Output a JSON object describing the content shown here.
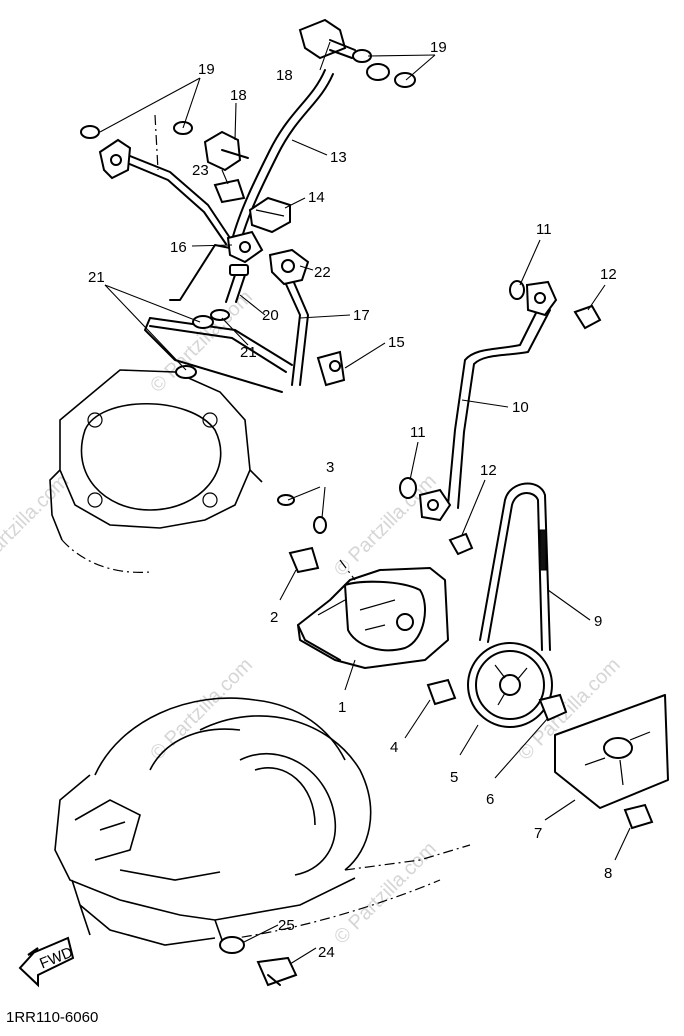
{
  "diagram": {
    "code": "1RR110-6060",
    "fwd_label": "FWD",
    "watermark": "© Partzilla.com",
    "callouts": [
      {
        "id": "c1",
        "text": "1"
      },
      {
        "id": "c2",
        "text": "2"
      },
      {
        "id": "c3",
        "text": "3"
      },
      {
        "id": "c4",
        "text": "4"
      },
      {
        "id": "c5",
        "text": "5"
      },
      {
        "id": "c6",
        "text": "6"
      },
      {
        "id": "c7",
        "text": "7"
      },
      {
        "id": "c8",
        "text": "8"
      },
      {
        "id": "c9",
        "text": "9"
      },
      {
        "id": "c10",
        "text": "10"
      },
      {
        "id": "c11a",
        "text": "11"
      },
      {
        "id": "c11b",
        "text": "11"
      },
      {
        "id": "c12a",
        "text": "12"
      },
      {
        "id": "c12b",
        "text": "12"
      },
      {
        "id": "c13",
        "text": "13"
      },
      {
        "id": "c14",
        "text": "14"
      },
      {
        "id": "c15",
        "text": "15"
      },
      {
        "id": "c16",
        "text": "16"
      },
      {
        "id": "c17",
        "text": "17"
      },
      {
        "id": "c18a",
        "text": "18"
      },
      {
        "id": "c18b",
        "text": "18"
      },
      {
        "id": "c19a",
        "text": "19"
      },
      {
        "id": "c19b",
        "text": "19"
      },
      {
        "id": "c20",
        "text": "20"
      },
      {
        "id": "c21a",
        "text": "21"
      },
      {
        "id": "c21b",
        "text": "21"
      },
      {
        "id": "c22",
        "text": "22"
      },
      {
        "id": "c23",
        "text": "23"
      },
      {
        "id": "c24",
        "text": "24"
      },
      {
        "id": "c25",
        "text": "25"
      }
    ]
  }
}
